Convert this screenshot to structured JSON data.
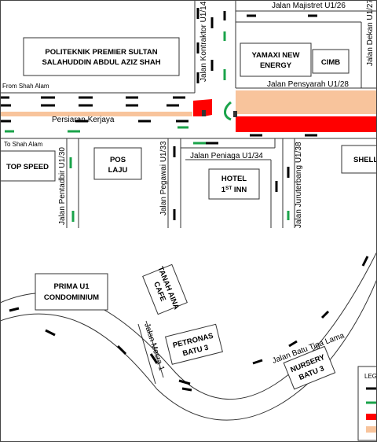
{
  "map": {
    "roads": {
      "persiaran_kerjaya": "Persiaran Kerjaya",
      "jalan_majistret": "Jalan Majistret U1/26",
      "jalan_kontraktor": "Jalan Kontraktor U1/14",
      "jalan_dekan": "Jalan Dekan U1/27",
      "jalan_pensyarah": "Jalan Pensyarah U1/28",
      "jalan_pentadbir": "Jalan Pentadbir U1/30",
      "jalan_pegawai": "Jalan Pegawai U1/33",
      "jalan_peniaga": "Jalan Peniaga U1/34",
      "jalan_juruterbang": "Jalan Juruterbang U1/38",
      "jalan_mesra": "Jalan Mesra 1",
      "jalan_batu_tiga_lama": "Jalan Batu Tiga Lama"
    },
    "directions": {
      "from_shah_alam": "From Shah Alam",
      "to_shah_alam": "To Shah Alam"
    },
    "buildings": {
      "politeknik_line1": "POLITEKNIK PREMIER SULTAN",
      "politeknik_line2": "SALAHUDDIN ABDUL AZIZ SHAH",
      "yamaxi_line1": "YAMAXI NEW",
      "yamaxi_line2": "ENERGY",
      "cimb": "CIMB",
      "top_speed": "TOP SPEED",
      "pos_laju_line1": "POS",
      "pos_laju_line2": "LAJU",
      "hotel_line1": "HOTEL",
      "hotel_line2_num": "1",
      "hotel_line2_sup": "ST",
      "hotel_line2_rest": " INN",
      "shell": "SHELL",
      "prima_line1": "PRIMA U1",
      "prima_line2": "CONDOMINIUM",
      "tanah_aina_line1": "TANAH AINA",
      "tanah_aina_line2": "CAFE",
      "petronas_line1": "PETRONAS",
      "petronas_line2": "BATU 3",
      "nursery_line1": "NURSERY",
      "nursery_line2": "BATU 3"
    },
    "legend": {
      "title": "LEG"
    },
    "colors": {
      "red_zone": "#ff0000",
      "peach_zone": "#f8c49c",
      "green_arrow": "#1aa34a",
      "black_arrow": "#000000"
    }
  }
}
